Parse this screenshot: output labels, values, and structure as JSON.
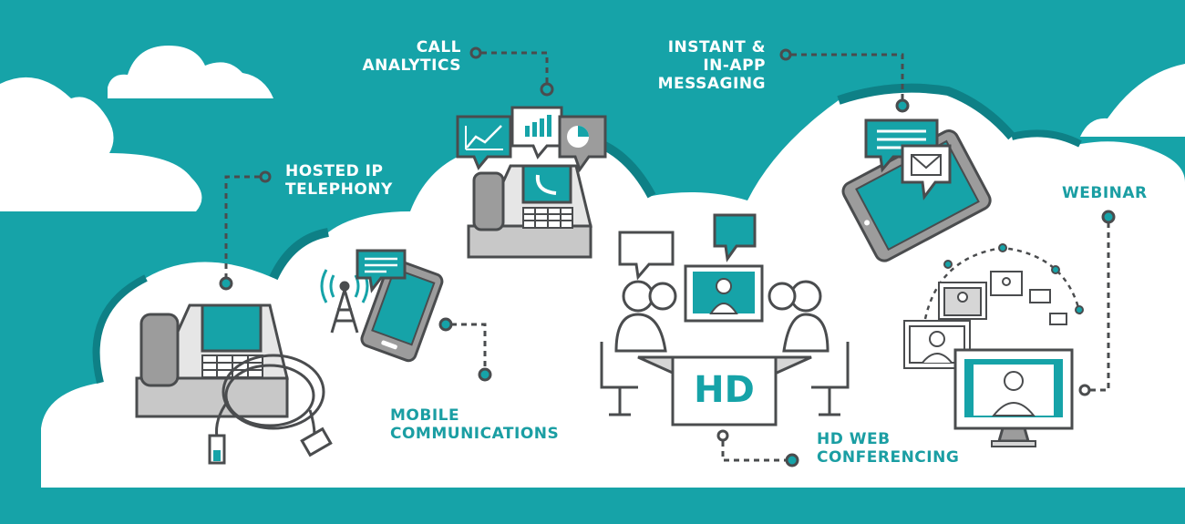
{
  "colors": {
    "teal": "#16a3a8",
    "teal_dark": "#0e8086",
    "dark_gray": "#4a4c4e",
    "mid_gray": "#9c9c9c",
    "light_gray": "#d6d6d6",
    "white": "#ffffff"
  },
  "labels": {
    "call_analytics": "CALL\nANALYTICS",
    "instant_messaging": "INSTANT &\nIN-APP\nMESSAGING",
    "hosted_ip": "HOSTED IP\nTELEPHONY",
    "webinar": "WEBINAR",
    "mobile": "MOBILE\nCOMMUNICATIONS",
    "hd_web": "HD WEB\nCONFERENCING"
  },
  "hd_badge": "HD",
  "icons": [
    "cloud-icon",
    "desk-phone-icon",
    "network-cable-icon",
    "cell-tower-icon",
    "smartphone-icon",
    "chat-bubble-icon",
    "line-chart-icon",
    "bar-chart-icon",
    "pie-chart-icon",
    "tablet-icon",
    "envelope-icon",
    "conference-table-icon",
    "video-screen-icon",
    "monitor-icon"
  ]
}
